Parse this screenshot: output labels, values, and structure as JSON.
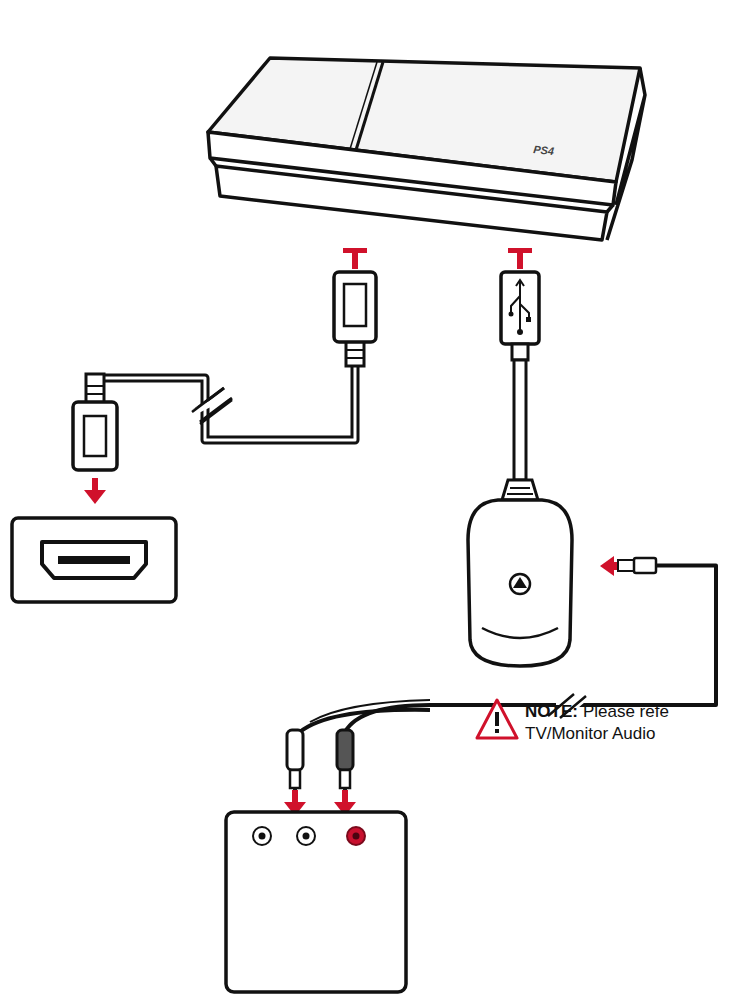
{
  "diagram": {
    "labels": [
      "PS4",
      "NOTE:",
      "Please refe",
      "TV/Monitor Audio"
    ]
  }
}
